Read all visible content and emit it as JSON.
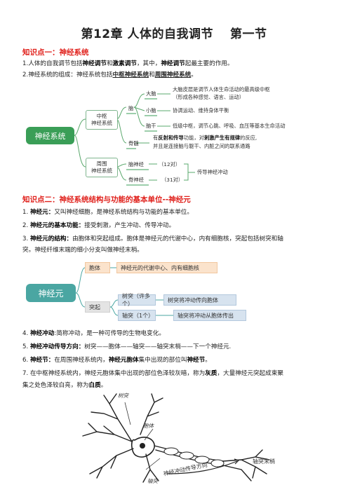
{
  "title": {
    "chapter": "第12章 人体的自我调节",
    "section": "第一节"
  },
  "kp1": {
    "heading": "知识点一：神经系统",
    "line1": {
      "pre": "1.人体的自我调节包括",
      "b1": "神经调节",
      "mid1": "和",
      "b2": "激素调节",
      "mid2": "，其中，",
      "b3": "神经调节",
      "post": "起最主要的作用。"
    },
    "line2": {
      "pre": "2.神经系统的组成：神经系统包括",
      "u1": "中枢神经系统",
      "mid": "和",
      "u2": "周围神经系统",
      "post": "。"
    }
  },
  "mindmap1": {
    "root": "神经系统",
    "central": "中枢\n神经系统",
    "brain": "脑",
    "cerebrum": "大脑",
    "cerebrum_desc1": "大脑皮层是调节人体生命活动的最高级中枢",
    "cerebrum_desc2": "（形成各种感觉、语言、运动）",
    "cerebellum": "小脑",
    "cerebellum_desc": "协调运动、维持身体平衡",
    "brainstem": "脑干",
    "brainstem_desc": "低级中枢，调节心跳、呼吸、血压等基本生命活动",
    "spinal": "脊髓",
    "spinal_desc1_pre": "有",
    "spinal_desc1_b1": "反射和传导",
    "spinal_desc1_mid": "功能，对",
    "spinal_desc1_b2": "刺激产生有规律",
    "spinal_desc1_post": "的反应,",
    "spinal_desc2": "并且是连接脑与躯干、内脏之间的联系通路",
    "peripheral": "周围\n神经系统",
    "cranial": "脑神经",
    "cranial_count": "（12对）",
    "spinal_nerve": "脊神经",
    "spinal_nerve_count": "（31对）",
    "conduct": "传导神经冲动"
  },
  "kp2": {
    "heading": "知识点二：神经系统结构与功能的基本单位--神经元",
    "item1": {
      "num": "1.",
      "b": "神经元：",
      "text": "又叫神经细胞，是神经系统结构与功能的基本单位。"
    },
    "item2": {
      "num": "2.",
      "b": "神经元的基本功能：",
      "text": "接受刺激，产生冲动、传导冲动。"
    },
    "item3": {
      "num": "3.",
      "b": "神经元的结构：",
      "text": "由胞体和突起组成。胞体是神经元的代谢中心，内有细胞核，突起包括树突和轴",
      "text2": "突。神经纤维末端的细小分支叫做神经末梢。"
    },
    "item4": {
      "num": "4.",
      "b": "神经冲动",
      "text": ":简称冲动，是一种可传导的生物电变化。"
    },
    "item5": {
      "num": "5.",
      "b": "神经冲动传导方向：",
      "text": "树突——胞体——轴突——轴突末梢——下一个神经元."
    },
    "item6": {
      "num": "6.",
      "b": "神经节：",
      "pre": "在周围神经系统内，",
      "b2": "神经元胞体",
      "mid": "集中出现的部位叫",
      "b3": "神经节",
      "post": "。"
    },
    "item7": {
      "num": "7.",
      "pre": "在中枢神经系统内，神经元胞体集中出现的部位色泽较灰暗，称为",
      "b1": "灰质",
      "mid": "，大量神经元突起成束聚",
      "line2_pre": "集之处色泽较白亮，称为",
      "b2": "白质",
      "post": "。"
    }
  },
  "mindmap2": {
    "root": "神经元",
    "soma": "胞体",
    "soma_desc": "神经元的代谢中心、内有细胞核",
    "process": "突起",
    "dendrite": "树突（许多个）",
    "dendrite_desc": "树突将冲动传向胞体",
    "axon": "轴突（1个）",
    "axon_desc": "轴突将冲动从胞体传出"
  },
  "figure": {
    "label_dendrite": "树突",
    "label_soma": "胞体",
    "label_axon": "轴突",
    "label_terminal": "轴突末梢",
    "label_direction": "神经冲动传导方向"
  }
}
